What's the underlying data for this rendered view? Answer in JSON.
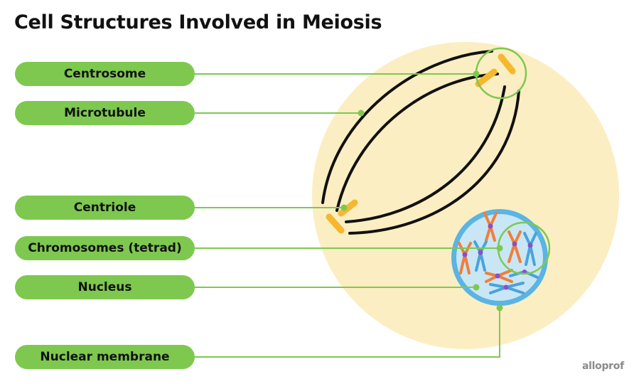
{
  "title": "Cell Structures Involved in Meiosis",
  "labels": {
    "centrosome": "Centrosome",
    "microtubule": "Microtubule",
    "centriole": "Centriole",
    "chromosomes": "Chromosomes (tetrad)",
    "nucleus": "Nucleus",
    "nuclear_membrane": "Nuclear membrane"
  },
  "brand": "alloprof",
  "colors": {
    "label_fill": "#7ec850",
    "connector": "#7ec850",
    "cell": "#fbeec2",
    "microtubule": "#111111",
    "centriole": "#f5b82e",
    "nucleus_fill": "#c9e6f5",
    "nuclear_membrane": "#5ab4e4",
    "chromosome_orange": "#f07f3a",
    "chromosome_blue": "#4aa3d9",
    "centromere": "#8b4fc7"
  }
}
